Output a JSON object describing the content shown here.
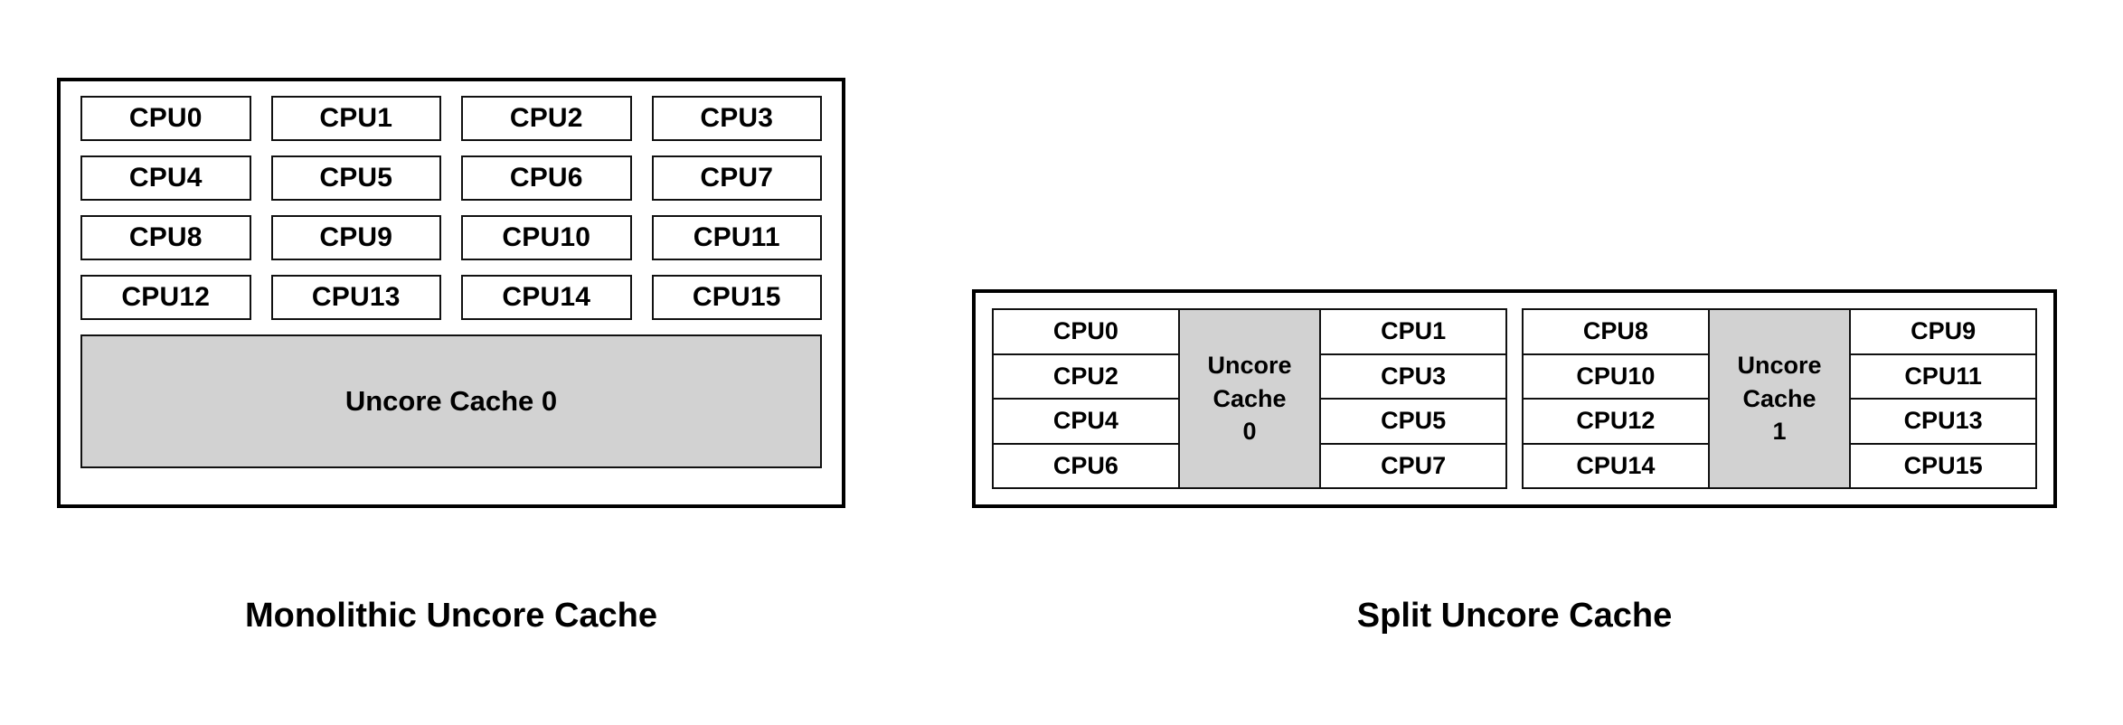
{
  "diagrams": {
    "monolithic": {
      "caption": "Monolithic Uncore Cache",
      "cpu_rows": [
        [
          "CPU0",
          "CPU1",
          "CPU2",
          "CPU3"
        ],
        [
          "CPU4",
          "CPU5",
          "CPU6",
          "CPU7"
        ],
        [
          "CPU8",
          "CPU9",
          "CPU10",
          "CPU11"
        ],
        [
          "CPU12",
          "CPU13",
          "CPU14",
          "CPU15"
        ]
      ],
      "uncore_cache_label": "Uncore Cache 0"
    },
    "split": {
      "caption": "Split Uncore Cache",
      "clusters": [
        {
          "left_cpus": [
            "CPU0",
            "CPU2",
            "CPU4",
            "CPU6"
          ],
          "cache_line1": "Uncore",
          "cache_line2": "Cache",
          "cache_line3": "0",
          "right_cpus": [
            "CPU1",
            "CPU3",
            "CPU5",
            "CPU7"
          ]
        },
        {
          "left_cpus": [
            "CPU8",
            "CPU10",
            "CPU12",
            "CPU14"
          ],
          "cache_line1": "Uncore",
          "cache_line2": "Cache",
          "cache_line3": "1",
          "right_cpus": [
            "CPU9",
            "CPU11",
            "CPU13",
            "CPU15"
          ]
        }
      ]
    }
  },
  "colors": {
    "cache_fill": "#d2d2d2",
    "border": "#000000",
    "cpu_fill": "#ffffff",
    "background": "#ffffff"
  }
}
